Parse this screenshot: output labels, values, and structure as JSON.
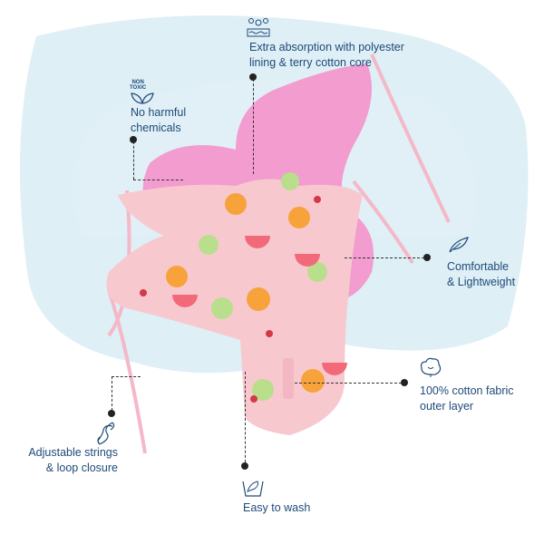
{
  "features": [
    {
      "icon": "water-drops-icon",
      "text_line1": "Extra absorption with polyester",
      "text_line2": "lining & terry cotton core"
    },
    {
      "icon": "non-toxic-leaf-icon",
      "icon_text_line1": "NON",
      "icon_text_line2": "TOXIC",
      "text_line1": "No harmful",
      "text_line2": "chemicals"
    },
    {
      "icon": "feather-icon",
      "text_line1": "Comfortable",
      "text_line2": "& Lightweight"
    },
    {
      "icon": "cotton-flower-icon",
      "text_line1": "100% cotton fabric",
      "text_line2": "outer layer"
    },
    {
      "icon": "hand-wash-icon",
      "text_line1": "Easy to wash"
    },
    {
      "icon": "rope-knot-icon",
      "text_line1": "Adjustable strings",
      "text_line2": "& loop closure"
    }
  ],
  "colors": {
    "text": "#1f4a7a",
    "fleece": "#f29ccf",
    "print": "#f7c9cf",
    "wash": "#d6ebf3"
  }
}
